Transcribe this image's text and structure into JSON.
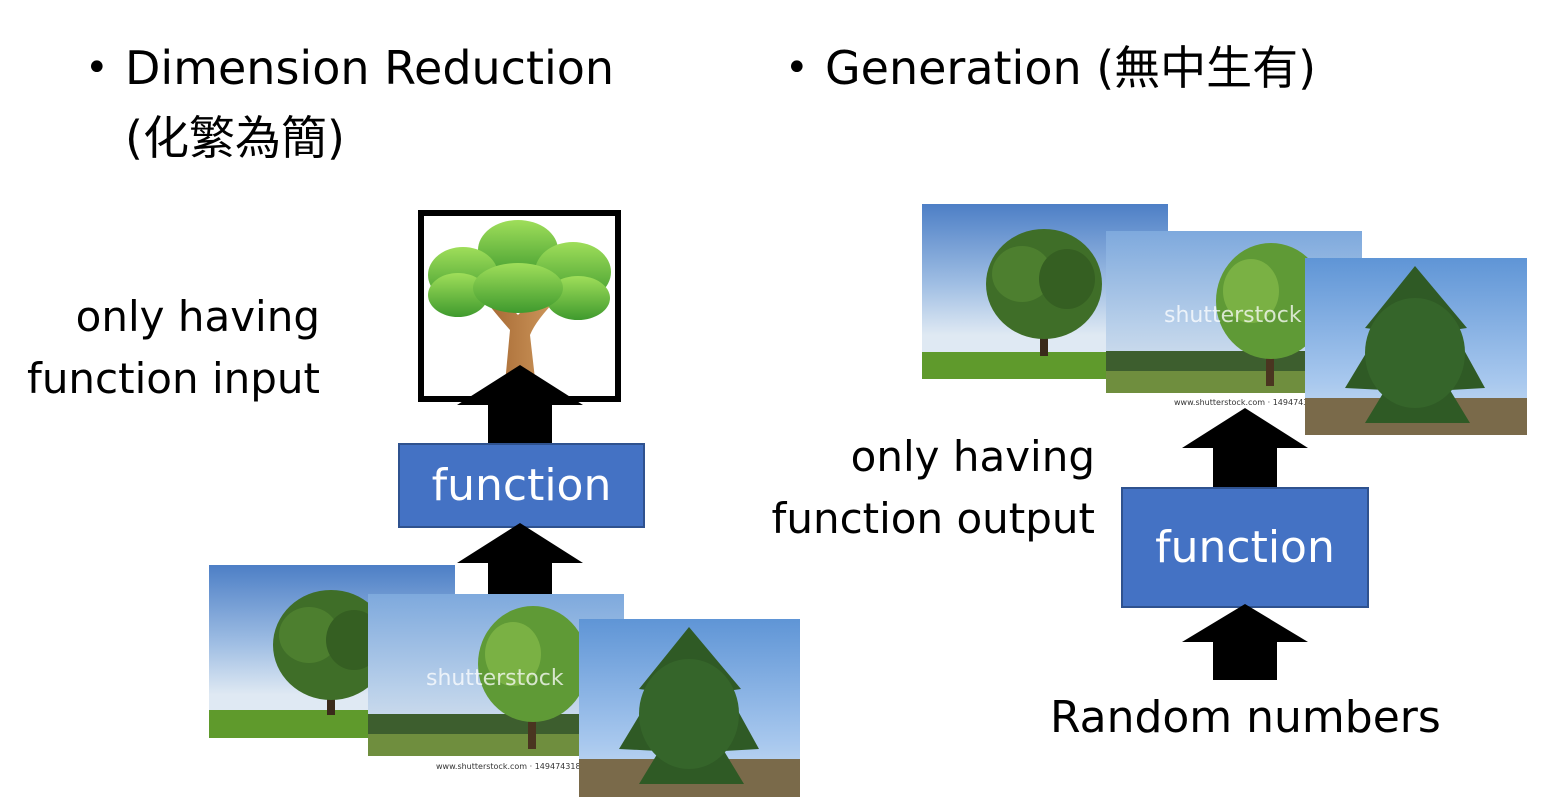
{
  "left": {
    "bullet_line1": "Dimension Reduction",
    "bullet_line2": "(化繁為簡)",
    "caption_line1": "only having",
    "caption_line2": "function input",
    "function_label": "function"
  },
  "right": {
    "bullet": "Generation (無中生有)",
    "caption_line1": "only having",
    "caption_line2": "function output",
    "function_label": "function",
    "input_label": "Random numbers"
  },
  "bullet_symbol": "•",
  "watermark": {
    "text": "shutterstock",
    "url": "www.shutterstock.com · 149474318"
  },
  "colors": {
    "function_box": "#4472c4",
    "arrow": "#000000",
    "sky": "#6f9bd8",
    "grass": "#5f8f2f",
    "foliage": "#3f6e28"
  }
}
